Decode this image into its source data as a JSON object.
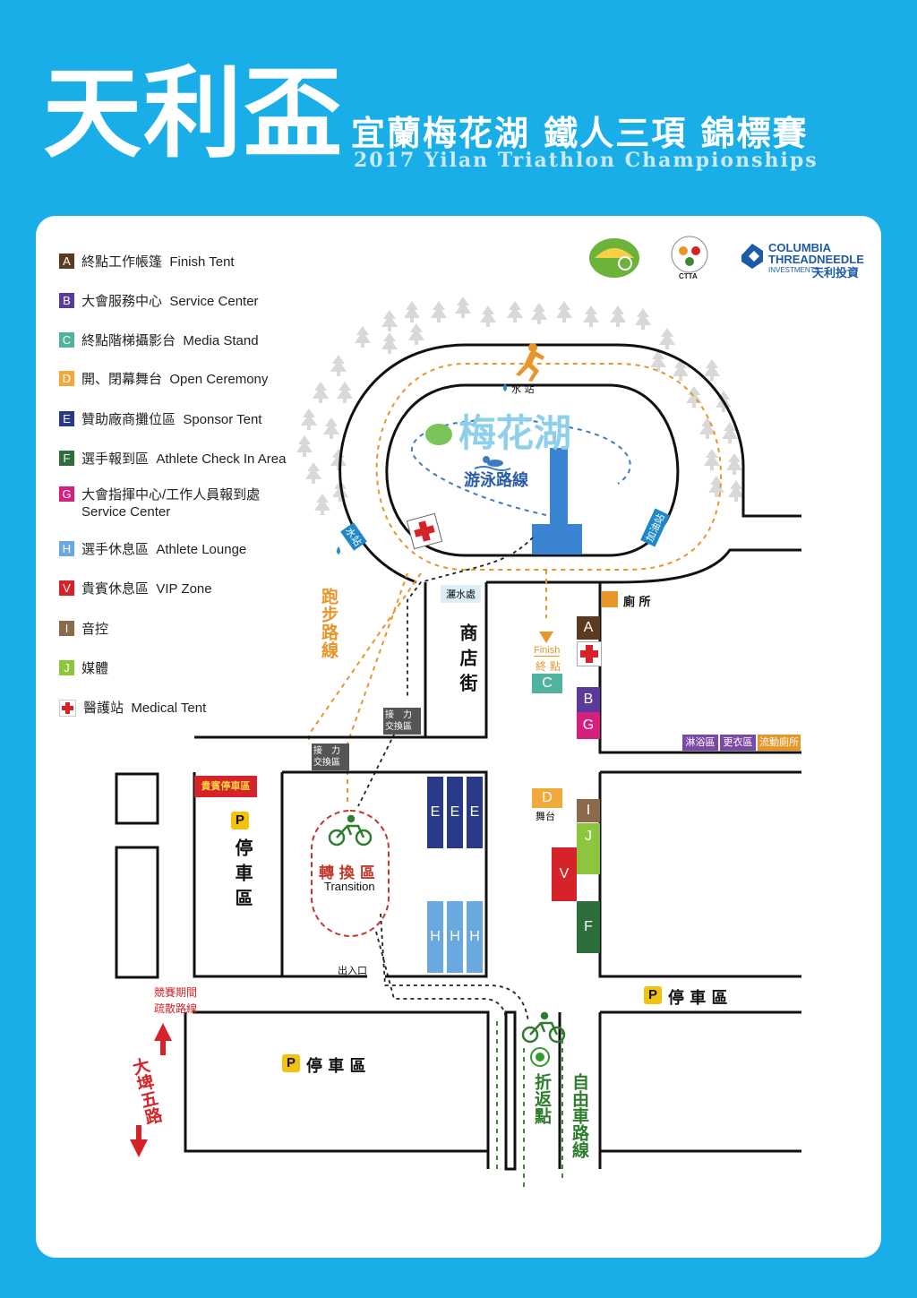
{
  "header": {
    "title": "天利盃",
    "subtitle_zh": "宜蘭梅花湖 鐵人三項 錦標賽",
    "subtitle_en": "2017 Yilan Triathlon Championships"
  },
  "colors": {
    "background": "#19aee8",
    "run_route": "#e8952a",
    "swim_route": "#3a7cc4",
    "bike_route": "#3e8a2e",
    "transition_border": "#c0392b",
    "lake_label": "#8ecfe9"
  },
  "logos": {
    "ctta_text": "CTTA",
    "columbia_line1": "COLUMBIA",
    "columbia_line2": "THREADNEEDLE",
    "columbia_sub": "INVESTMENTS",
    "columbia_zh": "天利投資"
  },
  "legend": [
    {
      "key": "A",
      "label": "終點工作帳篷  Finish Tent",
      "color": "#5a3a20"
    },
    {
      "key": "B",
      "label": "大會服務中心  Service Center",
      "color": "#5b3b9a"
    },
    {
      "key": "C",
      "label": "終點階梯攝影台  Media Stand",
      "color": "#4fb3a0"
    },
    {
      "key": "D",
      "label": "開、閉幕舞台  Open Ceremony",
      "color": "#f2a93b"
    },
    {
      "key": "E",
      "label": "贊助廠商攤位區  Sponsor Tent",
      "color": "#2a3a8a"
    },
    {
      "key": "F",
      "label": "選手報到區  Athlete Check In Area",
      "color": "#2e6e3a"
    },
    {
      "key": "G",
      "label": "大會指揮中心/工作人員報到處\nService Center",
      "color": "#d6207e"
    },
    {
      "key": "H",
      "label": "選手休息區  Athlete Lounge",
      "color": "#6aa8e0"
    },
    {
      "key": "V",
      "label": "貴賓休息區  VIP Zone",
      "color": "#d6232a"
    },
    {
      "key": "I",
      "label": "音控",
      "color": "#8a6a4a"
    },
    {
      "key": "J",
      "label": "媒體",
      "color": "#8cc63f"
    },
    {
      "key": "+",
      "label": "醫護站  Medical Tent",
      "color": "#d6232a"
    }
  ],
  "map": {
    "lake_name": "梅花湖",
    "swim_route": "游泳路線",
    "water_station": "水 站",
    "water_station_side": "水站",
    "cheer_station": "加油站",
    "sprinkler": "灑水處",
    "shop_street": "商店街",
    "toilet": "廁 所",
    "finish_en": "Finish",
    "finish_zh": "終 點",
    "run_route": "跑步路線",
    "relay_zone_1": "接　力\n交換區",
    "relay_zone_2": "接　力\n交換區",
    "vip_parking": "貴賓停車區",
    "parking_vertical": "停車區",
    "transition_zh": "轉 換 區",
    "transition_en": "Transition",
    "entrance": "出入口",
    "stage": "舞台",
    "parking_right": "停 車 區",
    "parking_bottom": "停 車 區",
    "evac_route": "競賽期間\n疏散路線",
    "road_name": "大埤五路",
    "turnaround": "折返點",
    "bike_route": "自由車路線",
    "shower_area": "淋浴區",
    "changing_area": "更衣區",
    "mobile_toilet": "流動廁所",
    "parking_symbol": "P"
  }
}
